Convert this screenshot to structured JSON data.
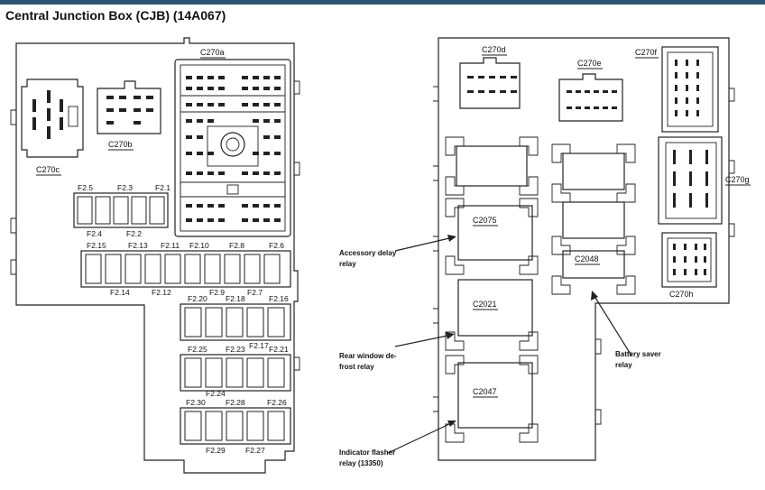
{
  "title": "Central Junction Box (CJB) (14A067)",
  "connectors": {
    "c270a": "C270a",
    "c270b": "C270b",
    "c270c": "C270c",
    "c270d": "C270d",
    "c270e": "C270e",
    "c270f": "C270f",
    "c270g": "C270g",
    "c270h": "C270h"
  },
  "relays": {
    "c2075": "C2075",
    "c2021": "C2021",
    "c2047": "C2047",
    "c2048": "C2048"
  },
  "fuses": {
    "f2_1": "F2.1",
    "f2_2": "F2.2",
    "f2_3": "F2.3",
    "f2_4": "F2.4",
    "f2_5": "F2.5",
    "f2_6": "F2.6",
    "f2_7": "F2.7",
    "f2_8": "F2.8",
    "f2_9": "F2.9",
    "f2_10": "F2.10",
    "f2_11": "F2.11",
    "f2_12": "F2.12",
    "f2_13": "F2.13",
    "f2_14": "F2.14",
    "f2_15": "F2.15",
    "f2_16": "F2.16",
    "f2_17": "F2.17",
    "f2_18": "F2.18",
    "f2_20": "F2.20",
    "f2_21": "F2.21",
    "f2_23": "F2.23",
    "f2_24": "F2.24",
    "f2_25": "F2.25",
    "f2_26": "F2.26",
    "f2_27": "F2.27",
    "f2_28": "F2.28",
    "f2_29": "F2.29",
    "f2_30": "F2.30"
  },
  "callouts": {
    "accessory_1": "Accessory delay",
    "accessory_2": "relay",
    "rear_1": "Rear window de-",
    "rear_2": "frost relay",
    "indicator_1": "Indicator flasher",
    "indicator_2": "relay (13350)",
    "battery_1": "Battery saver",
    "battery_2": "relay"
  }
}
